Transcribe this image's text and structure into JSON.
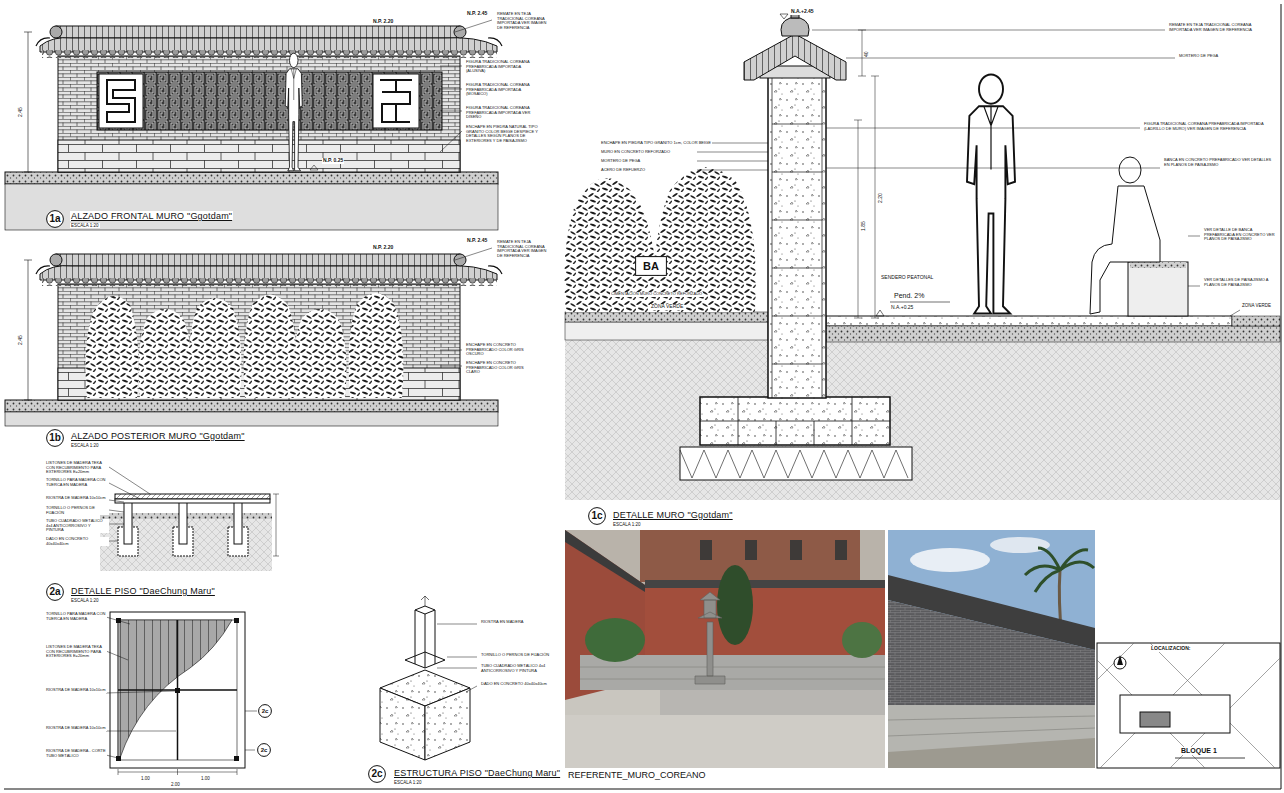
{
  "diagram": {
    "nodes": [
      {
        "text": [
          "1a"
        ]
      },
      {
        "text": [
          "1b"
        ]
      },
      {
        "text": [
          "2a"
        ]
      },
      {
        "text": [
          "2c"
        ]
      },
      {
        "text": [
          "2c"
        ]
      },
      {
        "text": [
          "2c"
        ]
      },
      {
        "text": [
          "BA"
        ]
      },
      {
        "text": [
          "1c"
        ]
      }
    ],
    "edges": [],
    "labels": [
      "N.P. 2.20",
      "N.P. 2.45",
      "REMATE EN TEJA TRADICIONAL COREANA IMPORTADA VER IMAGEN DE REFERENCIA",
      "FIGURA TRADICIONAL COREANA PREFABRICADA IMPORTADA (ALUSIVA)",
      "FIGURA TRADICIONAL COREANA PREFABRICADA IMPORTADA (MOSAICO)",
      "FIGURA TRADICIONAL COREANA PREFABRICADA IMPORTADA VER DISEÑO",
      "ENCHAPE EN PIEDRA NATURAL TIPO GRANITO COLOR BEIGE DESPIECE Y DETALLES SEGÚN PLANOS DE EXTERIORES Y DE PAISAJISMO",
      "N.P. 0.25",
      "ALZADO FRONTAL MURO \"Ggotdam\"",
      "ESCALA 1:20",
      "2.45",
      "N.P. 2.20",
      "N.P. 2.45",
      "REMATE EN TEJA TRADICIONAL COREANA IMPORTADA VER IMAGEN DE REFERENCIA",
      "ENCHAPE EN CONCRETO PREFABRICADO COLOR GRIS OSCURO",
      "ENCHAPE EN CONCRETO PREFABRICADO COLOR GRIS CLARO",
      "ALZADO POSTERIOR MURO \"Ggotdam\"",
      "ESCALA 1:20",
      "2.45",
      "LISTONES DE MADERA TEKA CON RECUBRIMIENTO PARA EXTERIORES E=20mm",
      "TORNILLO PARA MADERA CON TUERCA EN MADERA",
      "RIOSTRA DE MADERA 10x10cm",
      "TORNILLO O PERNOS DE FIJACIÓN",
      "TUBO CUADRADO METÁLICO 4x4 ANTICORROSIVO Y PINTURA",
      "DADO EN CONCRETO 40x40x40cm",
      "DETALLE PISO \"DaeChung Maru\"",
      "ESCALA 1:20",
      "TORNILLO PARA MADERA CON TUERCA EN MADERA",
      "LISTONES DE MADERA TEKA CON RECUBRIMIENTO PARA EXTERIORES E=20mm",
      "RIOSTRA DE MADERA 10x10cm",
      "RIOSTRA DE MADERA 10x10cm",
      "RIOSTRA DE MADERA - CORTE TUBO METÁLICO",
      "1.00",
      "1.00",
      "2.00",
      "RIOSTRA EN MADERA",
      "TORNILLO O PERNOS DE FIJACIÓN",
      "TUBO CUADRADO METÁLICO 4x4 ANTICORROSIVO Y PINTURA",
      "DADO EN CONCRETO 40x40x40cm",
      "ESTRUCTURA PISO \"DaeChung Maru\"",
      "ESCALA 1:20",
      "N.A.+2.45",
      "REMATE EN TEJA TRADICIONAL COREANA IMPORTADA VER IMAGEN DE REFERENCIA",
      "MORTERO DE PEGA",
      "FIGURA TRADICIONAL COREANA PREFABRICADA IMPORTADA (LADRILLO DE MURO) VER IMAGEN DE REFERENCIA",
      "BANCA EN CONCRETO PREFABRICADO VER DETALLES EN PLANOS DE PAISAJISMO",
      "VER DETALLE DE BANCA PREFABRICADA EN CONCRETO VER PLANOS DE PAISAJISMO",
      "VER DETALLES DE PAISAJISMO A PLANOS DE PAISAJISMO",
      "ZONA VERDE",
      "SENDERO PEATONAL",
      "Pend. 2%",
      "N.A.+0.25",
      "ZONA VERDE",
      "CIMENTACIÓN MURO CONCRETO REFORZADO",
      "ENCHAPE EN PIEDRA TIPO GRANITO 1cm, COLOR BEIGE",
      "MURO EN CONCRETO REFORZADO",
      "MORTERO DE PEGA",
      "ACERO DE REFUERZO",
      "40",
      "2.20",
      "1.85",
      "DETALLE MURO \"Ggotdam\"",
      "ESCALA 1:20",
      "REFERENTE_MURO_COREANO",
      "LOCALIZACION:",
      "BLOQUE 1"
    ]
  }
}
